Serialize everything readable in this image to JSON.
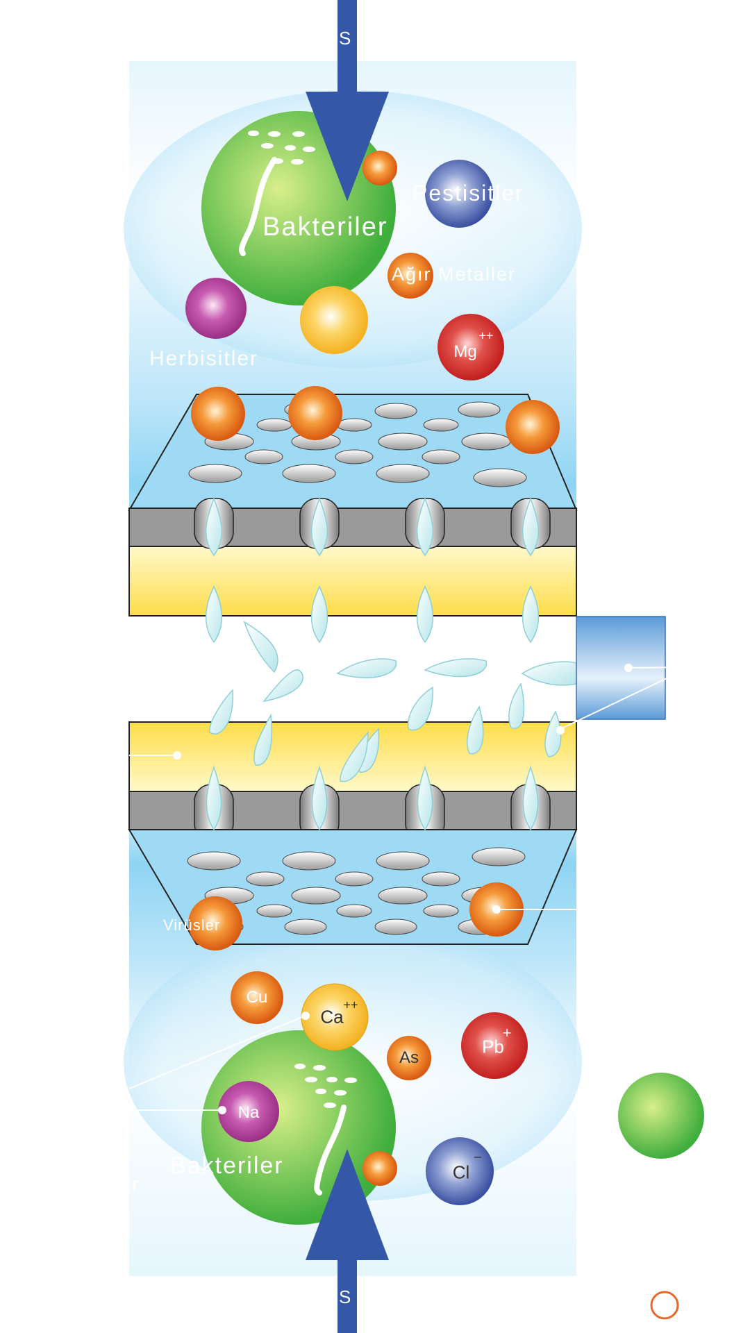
{
  "labels": {
    "inlet_top": "S",
    "inlet_bottom": "S",
    "bacteria_top": "Bakteriler",
    "pesticides": "Pestisitler",
    "heavy_metals": "Ağır Metaller",
    "herbicides": "Herbisitler",
    "viruses": "Virüsler",
    "bacteria_bottom": "Bakteriler",
    "partial_left": "r"
  },
  "ions": {
    "mg": "Mg",
    "mg_charge": "++",
    "cu": "Cu",
    "ca": "Ca",
    "ca_charge": "++",
    "as": "As",
    "pb": "Pb",
    "pb_charge": "+",
    "na": "Na",
    "cl": "Cl",
    "cl_charge": "−"
  },
  "colors": {
    "background_top": "#bfe6fa",
    "membrane_yellow": "#fde25a",
    "membrane_gray": "#9a9a9a",
    "arrow_blue": "#3557a8",
    "bacteria_green": "#58b947",
    "orange_ball": "#f07b1e",
    "red_ball": "#d9302c",
    "magenta_ball": "#b03a9a",
    "yellow_ball": "#f9c22e",
    "blue_ball": "#3e55a6",
    "water_drop": "#c8eef0",
    "output_box": "#5b9bd8",
    "legend_outline": "#e6692a"
  }
}
